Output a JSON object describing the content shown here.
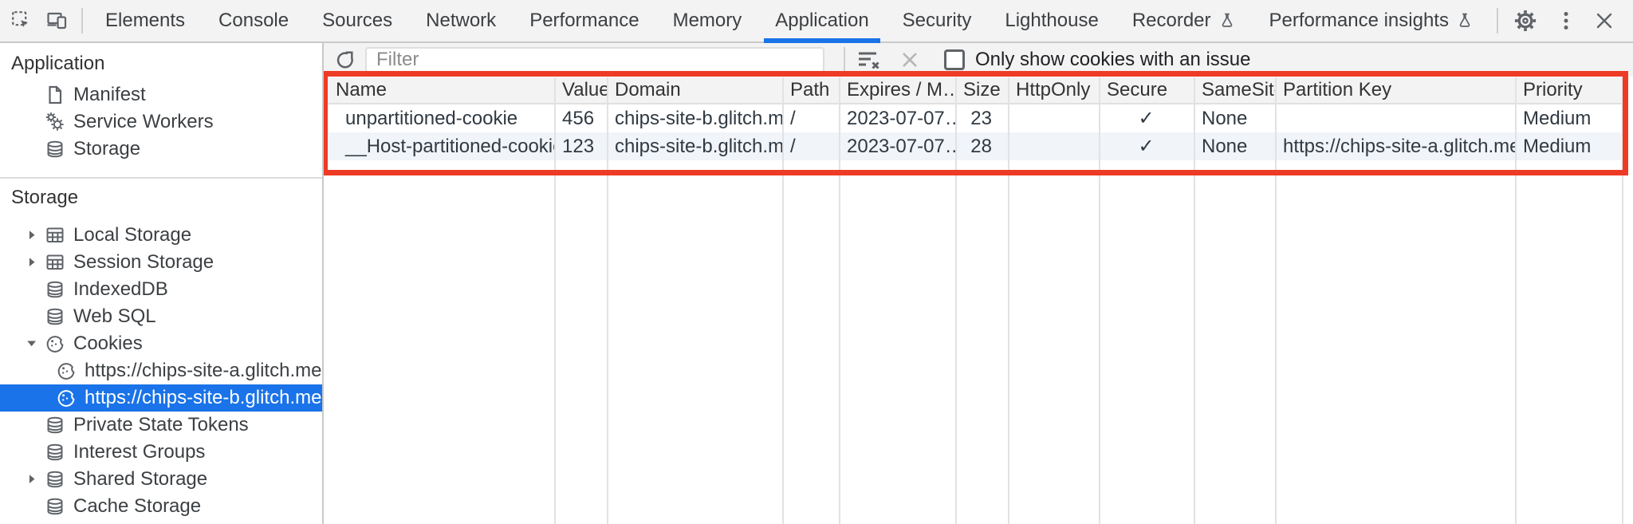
{
  "toolbar": {
    "tabs": [
      "Elements",
      "Console",
      "Sources",
      "Network",
      "Performance",
      "Memory",
      "Application",
      "Security",
      "Lighthouse",
      "Recorder",
      "Performance insights"
    ],
    "selected_tab": "Application",
    "experimental_tabs": [
      "Recorder",
      "Performance insights"
    ]
  },
  "sidebar": {
    "application_title": "Application",
    "application_items": [
      {
        "label": "Manifest",
        "icon": "file-icon"
      },
      {
        "label": "Service Workers",
        "icon": "gears-icon"
      },
      {
        "label": "Storage",
        "icon": "database-icon"
      }
    ],
    "storage_title": "Storage",
    "storage_items": [
      {
        "label": "Local Storage",
        "icon": "table-icon",
        "state": "collapsed"
      },
      {
        "label": "Session Storage",
        "icon": "table-icon",
        "state": "collapsed"
      },
      {
        "label": "IndexedDB",
        "icon": "database-icon"
      },
      {
        "label": "Web SQL",
        "icon": "database-icon"
      },
      {
        "label": "Cookies",
        "icon": "cookie-icon",
        "state": "expanded"
      },
      {
        "label": "https://chips-site-a.glitch.me",
        "icon": "cookie-icon",
        "level": 2
      },
      {
        "label": "https://chips-site-b.glitch.me",
        "icon": "cookie-icon",
        "level": 2,
        "selected": true
      },
      {
        "label": "Private State Tokens",
        "icon": "database-icon"
      },
      {
        "label": "Interest Groups",
        "icon": "database-icon"
      },
      {
        "label": "Shared Storage",
        "icon": "database-icon",
        "state": "collapsed"
      },
      {
        "label": "Cache Storage",
        "icon": "database-icon"
      }
    ]
  },
  "filter_bar": {
    "placeholder": "Filter",
    "filter_value": "",
    "issue_checkbox_label": "Only show cookies with an issue",
    "issue_checkbox_checked": false
  },
  "cookie_table": {
    "columns": [
      "Name",
      "Value",
      "Domain",
      "Path",
      "Expires / M…",
      "Size",
      "HttpOnly",
      "Secure",
      "SameSite",
      "Partition Key",
      "Priority"
    ],
    "rows": [
      [
        "unpartitioned-cookie",
        "456",
        "chips-site-b.glitch.me",
        "/",
        "2023-07-07…",
        "23",
        "",
        "✓",
        "None",
        "",
        "Medium"
      ],
      [
        "__Host-partitioned-cookie",
        "123",
        "chips-site-b.glitch.me",
        "/",
        "2023-07-07…",
        "28",
        "",
        "✓",
        "None",
        "https://chips-site-a.glitch.me",
        "Medium"
      ]
    ]
  },
  "colors": {
    "accent_blue": "#1a73e8",
    "selection_bg": "#1a73e8",
    "annotation_red": "#ee3b26",
    "toolbar_bg": "#f3f3f3",
    "row_stripe": "#f1f4f8",
    "grid_line": "#e2e2e5",
    "border": "#c9c9c9",
    "text": "#3c4043",
    "icon_gray": "#5f6368"
  }
}
